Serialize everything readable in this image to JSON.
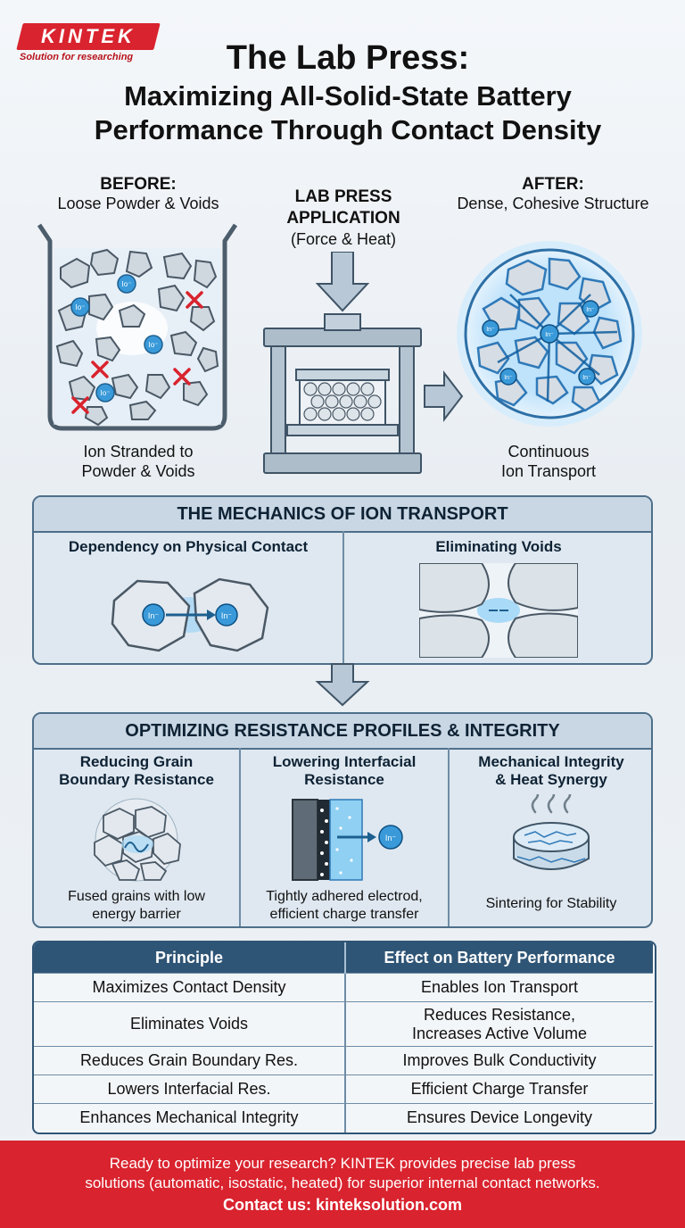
{
  "brand": {
    "name": "KINTEK",
    "tagline": "Solution for researching"
  },
  "title": {
    "line1": "The Lab Press:",
    "line2": "Maximizing All-Solid-State Battery",
    "line3": "Performance Through Contact Density"
  },
  "before": {
    "heading": "BEFORE:",
    "sub": "Loose Powder & Voids",
    "caption1": "Ion Stranded to",
    "caption2": "Powder & Voids",
    "ion_label": "Io⁻"
  },
  "press": {
    "line1": "LAB PRESS",
    "line2": "APPLICATION",
    "line3": "(Force & Heat)"
  },
  "after": {
    "heading": "AFTER:",
    "sub": "Dense, Cohesive Structure",
    "caption1": "Continuous",
    "caption2": "Ion Transport",
    "ion_label": "In⁻"
  },
  "mechanics": {
    "title": "THE MECHANICS OF ION TRANSPORT",
    "left_title": "Dependency on Physical Contact",
    "right_title": "Eliminating Voids",
    "ion_a": "In⁻",
    "ion_b": "In⁻"
  },
  "optimizing": {
    "title": "OPTIMIZING RESISTANCE PROFILES & INTEGRITY",
    "col1": {
      "title1": "Reducing Grain",
      "title2": "Boundary Resistance",
      "cap1": "Fused grains with low",
      "cap2": "energy barrier"
    },
    "col2": {
      "title1": "Lowering Interfacial",
      "title2": "Resistance",
      "cap1": "Tightly adhered electrod,",
      "cap2": "efficient charge transfer",
      "ion": "In⁻"
    },
    "col3": {
      "title1": "Mechanical Integrity",
      "title2": "& Heat Synergy",
      "cap1": "Sintering for Stability"
    }
  },
  "table": {
    "headers": [
      "Principle",
      "Effect on Battery Performance"
    ],
    "rows": [
      {
        "principle": "Maximizes Contact Density",
        "effect1": "Enables Ion Transport",
        "effect2": ""
      },
      {
        "principle": "Eliminates Voids",
        "effect1": "Reduces Resistance,",
        "effect2": "Increases Active Volume"
      },
      {
        "principle": "Reduces Grain Boundary Res.",
        "effect1": "Improves Bulk Conductivity",
        "effect2": ""
      },
      {
        "principle": "Lowers Interfacial Res.",
        "effect1": "Efficient Charge Transfer",
        "effect2": ""
      },
      {
        "principle": "Enhances Mechanical Integrity",
        "effect1": "Ensures Device Longevity",
        "effect2": ""
      }
    ]
  },
  "footer": {
    "line1": "Ready to optimize your research? KINTEK provides precise lab press",
    "line2": "solutions (automatic, isostatic, heated) for superior internal contact networks.",
    "contact": "Contact us: kinteksolution.com"
  },
  "colors": {
    "accent_red": "#d9232e",
    "navy": "#2f5576",
    "ion_blue": "#3a9ad9"
  }
}
